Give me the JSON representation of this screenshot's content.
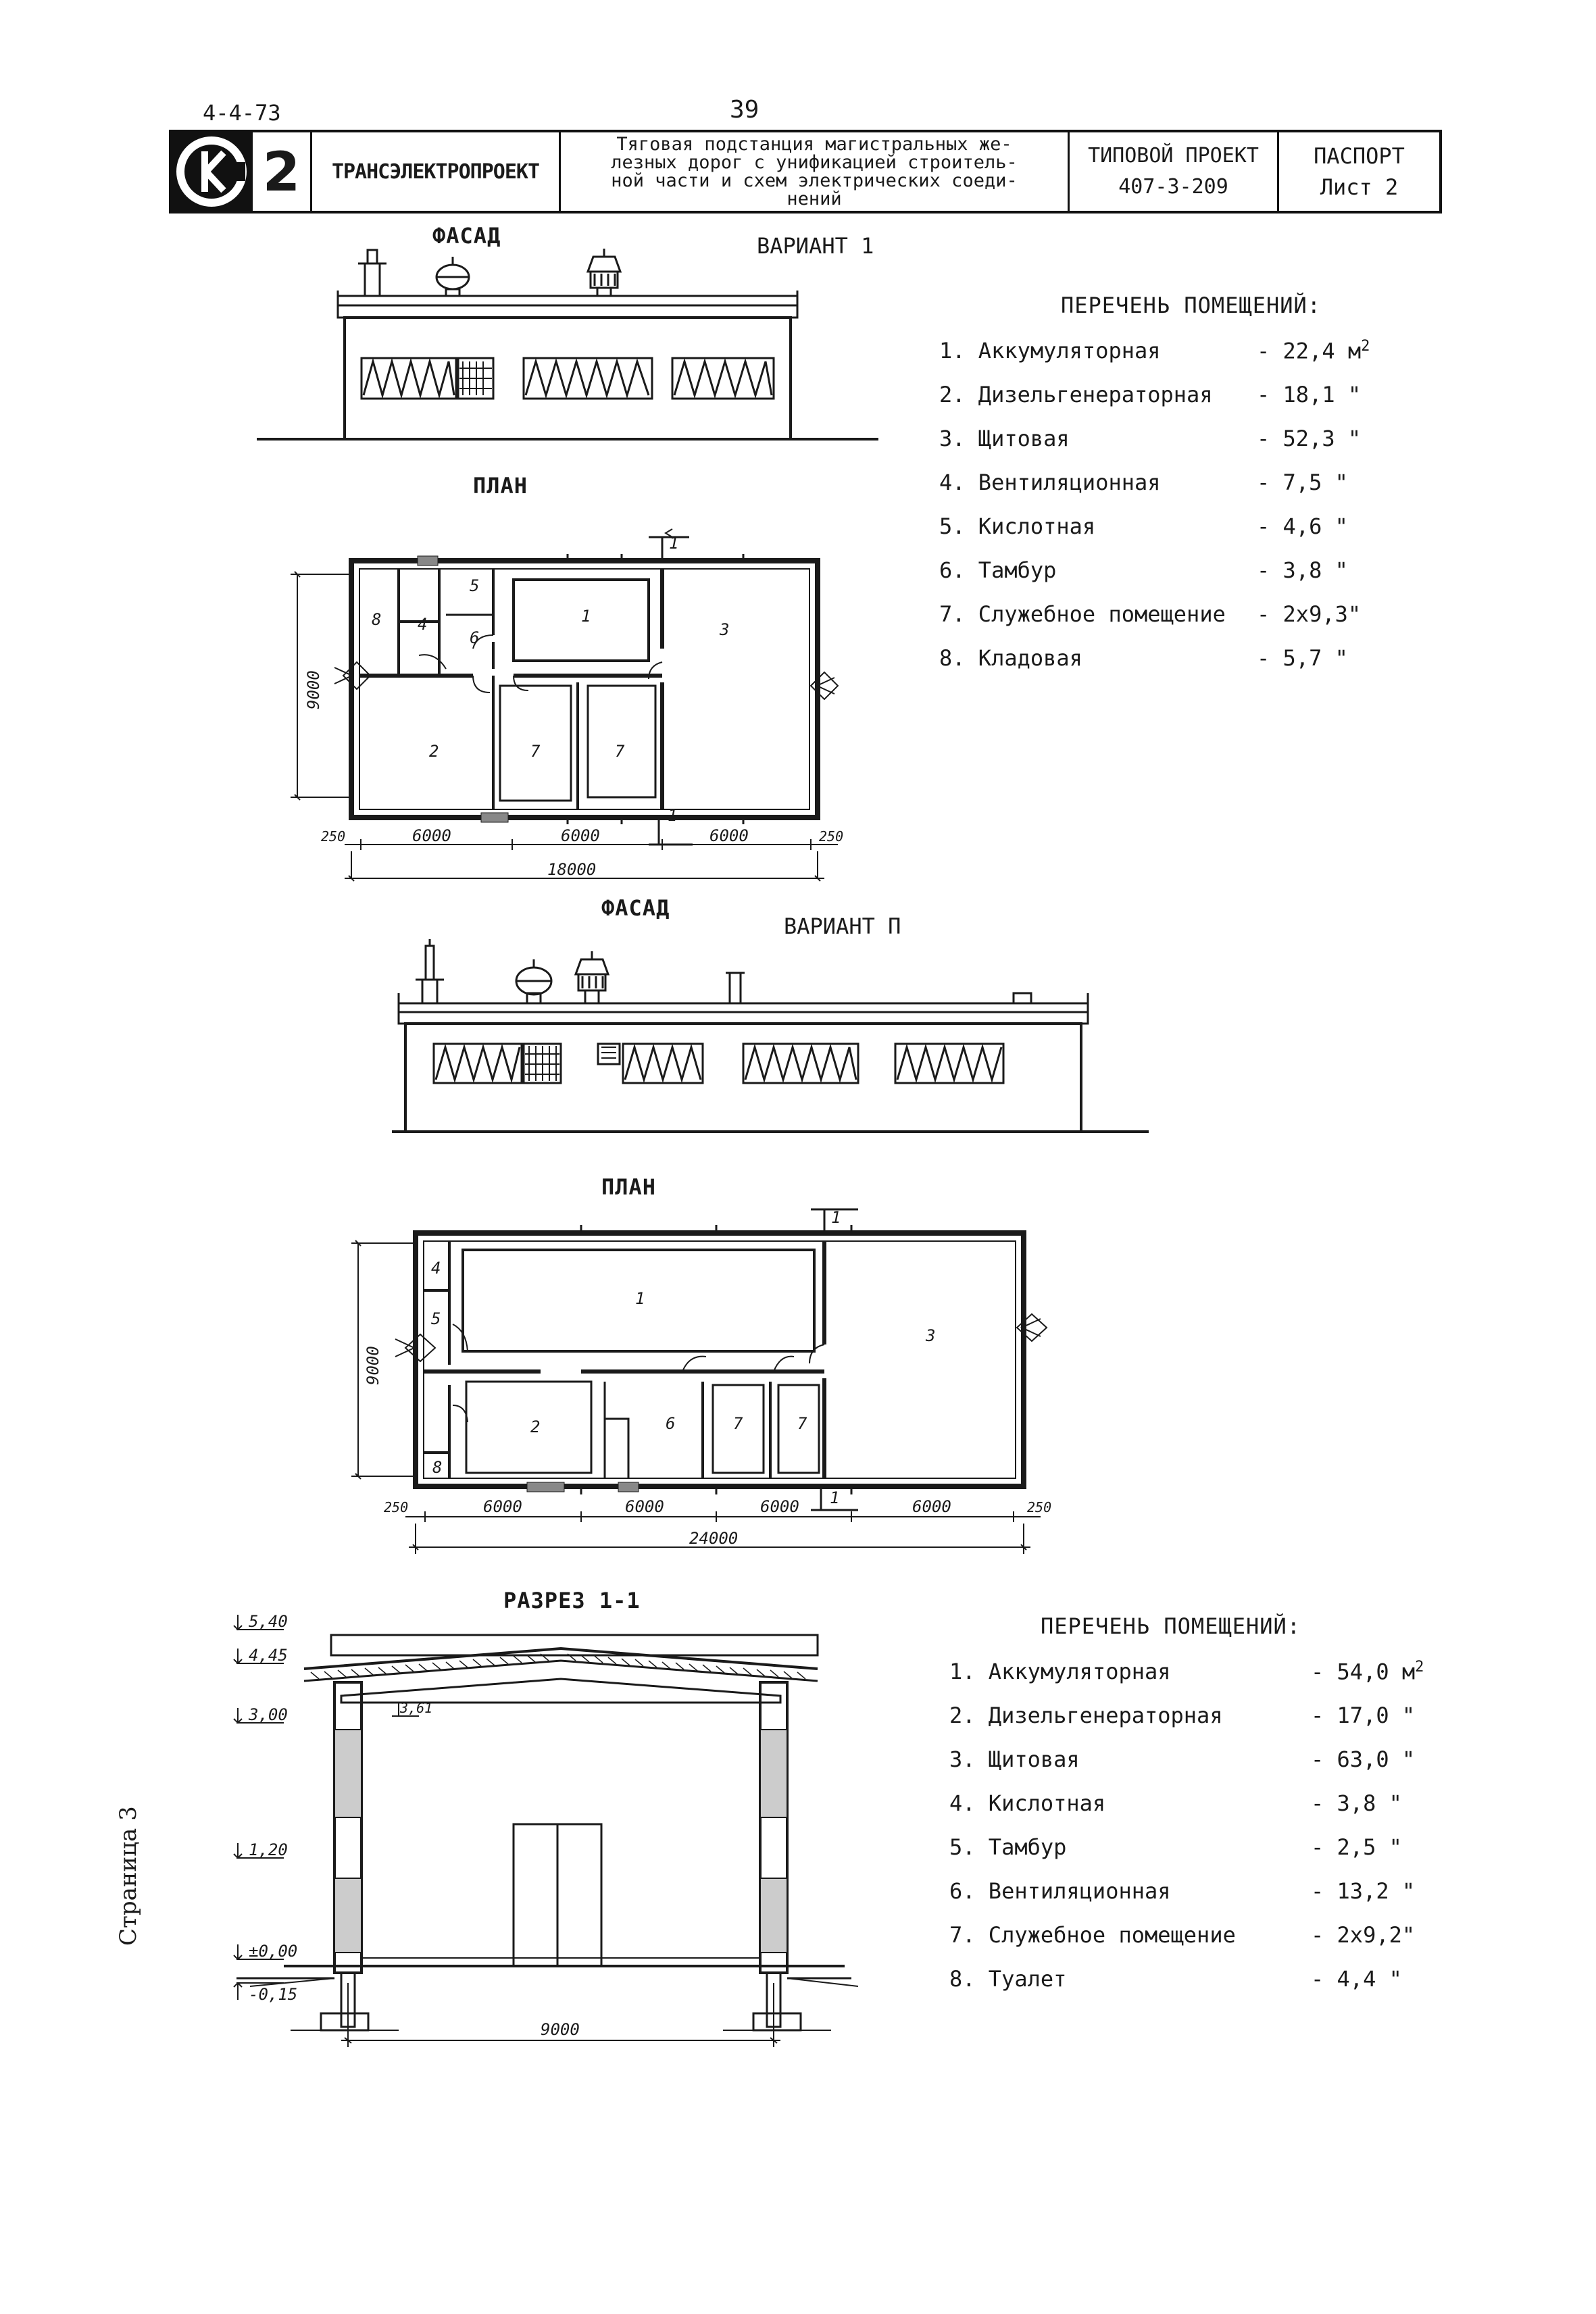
{
  "header": {
    "doc_code": "4-4-73",
    "page_number": "39",
    "sheet_number": "2",
    "organization": "ТРАНСЭЛЕКТРОПРОЕКТ",
    "description_lines": [
      "Тяговая подстанция магистральных же-",
      "лезных дорог с унификацией строитель-",
      "ной части и схем электрических соеди-",
      "нений"
    ],
    "project_label": "ТИПОВОЙ ПРОЕКТ",
    "project_number": "407-3-209",
    "passport_label": "ПАСПОРТ",
    "sheet_label": "Лист 2"
  },
  "variant1": {
    "facade_label": "ФАСАД",
    "variant_label": "ВАРИАНТ 1",
    "plan_label": "ПЛАН",
    "dims": {
      "d_250": "250",
      "d_6000a": "6000",
      "d_6000b": "6000",
      "d_6000c": "6000",
      "d_250r": "250",
      "d_total": "18000",
      "d_height": "9000"
    },
    "room_numbers": {
      "r1": "1",
      "r2": "2",
      "r3": "3",
      "r4": "4",
      "r5": "5",
      "r6": "6",
      "r7a": "7",
      "r7b": "7",
      "r8": "8"
    },
    "section_mark": "1",
    "rooms_title": "ПЕРЕЧЕНЬ ПОМЕЩЕНИЙ:",
    "rooms": [
      {
        "name": "1. Аккумуляторная",
        "area": "- 22,4 м",
        "unit_sup": "2"
      },
      {
        "name": "2. Дизельгенераторная",
        "area": "- 18,1 \"",
        "unit_sup": ""
      },
      {
        "name": "3. Щитовая",
        "area": "- 52,3 \"",
        "unit_sup": ""
      },
      {
        "name": "4. Вентиляционная",
        "area": "- 7,5 \"",
        "unit_sup": ""
      },
      {
        "name": "5. Кислотная",
        "area": "- 4,6 \"",
        "unit_sup": ""
      },
      {
        "name": "6. Тамбур",
        "area": "- 3,8 \"",
        "unit_sup": ""
      },
      {
        "name": "7. Служебное помещение",
        "area": "- 2х9,3\"",
        "unit_sup": ""
      },
      {
        "name": "8. Кладовая",
        "area": "- 5,7 \"",
        "unit_sup": ""
      }
    ]
  },
  "variant2": {
    "facade_label": "ФАСАД",
    "variant_label": "ВАРИАНТ П",
    "plan_label": "ПЛАН",
    "dims": {
      "d_250": "250",
      "d_6000a": "6000",
      "d_6000b": "6000",
      "d_6000c": "6000",
      "d_6000d": "6000",
      "d_250r": "250",
      "d_total": "24000",
      "d_height": "9000"
    },
    "room_numbers": {
      "r1": "1",
      "r2": "2",
      "r3": "3",
      "r4": "4",
      "r5": "5",
      "r6": "6",
      "r7a": "7",
      "r7b": "7",
      "r8": "8"
    },
    "section_mark": "1"
  },
  "section": {
    "label": "РАЗРЕЗ 1-1",
    "levels": {
      "l540": "5,40",
      "l445": "4,45",
      "l300": "3,00",
      "l120": "1,20",
      "l000": "±0,00",
      "l015": "-0,15"
    },
    "inner_height": "3,61",
    "width": "9000",
    "rooms_title": "ПЕРЕЧЕНЬ ПОМЕЩЕНИЙ:",
    "rooms": [
      {
        "name": "1. Аккумуляторная",
        "area": "- 54,0 м",
        "unit_sup": "2"
      },
      {
        "name": "2. Дизельгенераторная",
        "area": "- 17,0 \"",
        "unit_sup": ""
      },
      {
        "name": "3. Щитовая",
        "area": "- 63,0 \"",
        "unit_sup": ""
      },
      {
        "name": "4. Кислотная",
        "area": "- 3,8 \"",
        "unit_sup": ""
      },
      {
        "name": "5. Тамбур",
        "area": "- 2,5 \"",
        "unit_sup": ""
      },
      {
        "name": "6. Вентиляционная",
        "area": "- 13,2 \"",
        "unit_sup": ""
      },
      {
        "name": "7. Служебное помещение",
        "area": "- 2х9,2\"",
        "unit_sup": ""
      },
      {
        "name": "8. Туалет",
        "area": "- 4,4 \"",
        "unit_sup": ""
      }
    ]
  },
  "side_label": "Страница 3"
}
